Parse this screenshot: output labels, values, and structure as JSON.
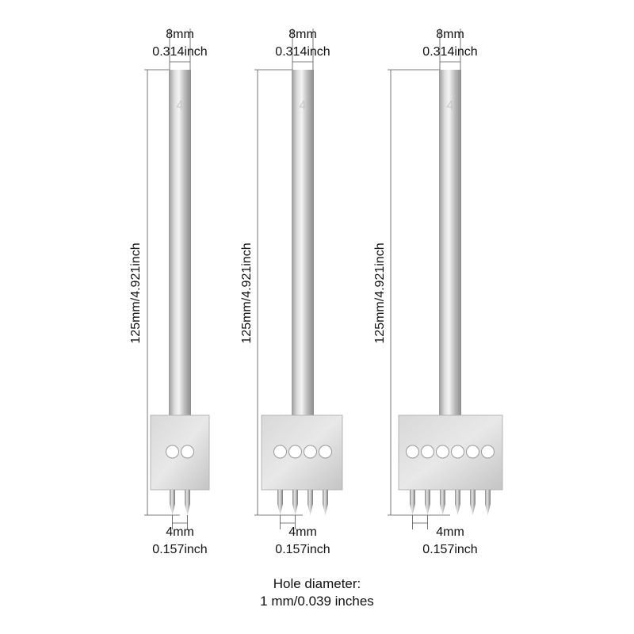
{
  "tools": [
    {
      "shaft_mark": "4",
      "top_dim": {
        "mm": "8mm",
        "inch": "0.314inch"
      },
      "length_dim": "125mm/4.921inch",
      "bottom_dim": {
        "mm": "4mm",
        "inch": "0.157inch"
      },
      "holes": 2,
      "prongs": 2
    },
    {
      "shaft_mark": "4",
      "top_dim": {
        "mm": "8mm",
        "inch": "0.314inch"
      },
      "length_dim": "125mm/4.921inch",
      "bottom_dim": {
        "mm": "4mm",
        "inch": "0.157inch"
      },
      "holes": 4,
      "prongs": 4
    },
    {
      "shaft_mark": "4",
      "top_dim": {
        "mm": "8mm",
        "inch": "0.314inch"
      },
      "length_dim": "125mm/4.921inch",
      "bottom_dim": {
        "mm": "4mm",
        "inch": "0.157inch"
      },
      "holes": 6,
      "prongs": 6
    }
  ],
  "hole_diameter": {
    "title": "Hole diameter:",
    "value": "1 mm/0.039 inches"
  }
}
